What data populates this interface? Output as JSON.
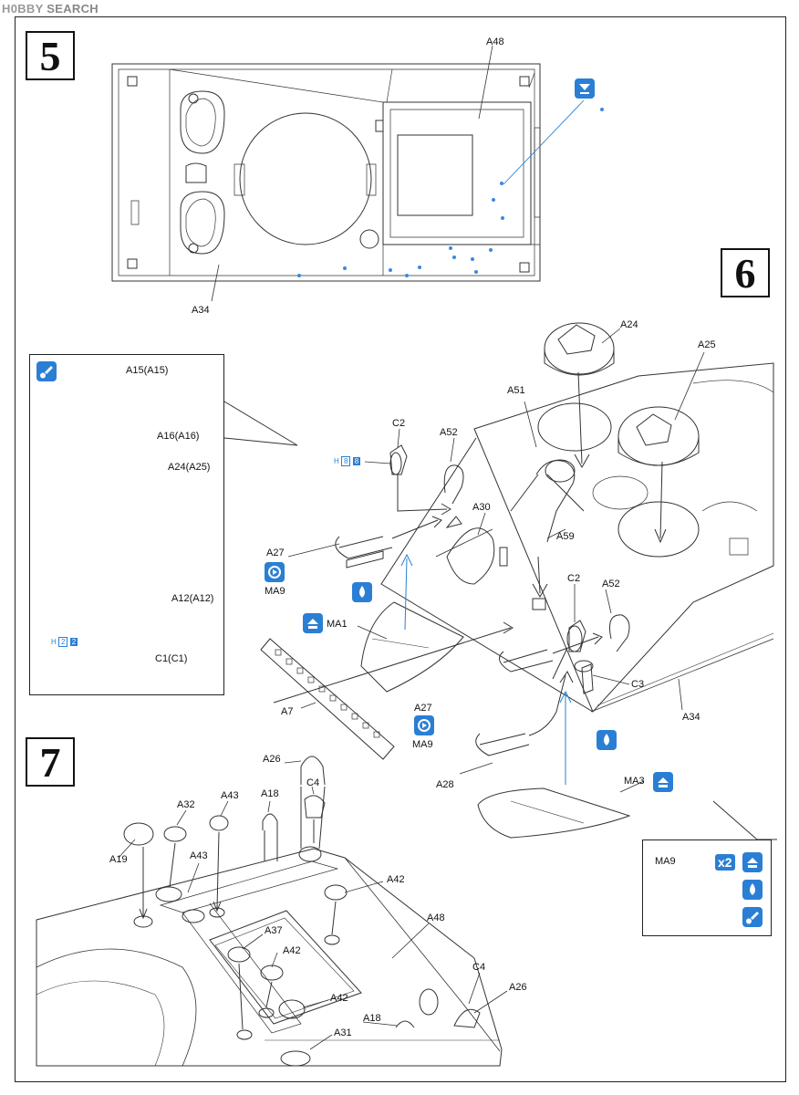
{
  "watermark": {
    "brand": "H0BBY",
    "word": "SEARCH"
  },
  "steps": {
    "s5": "5",
    "s6": "6",
    "s7": "7"
  },
  "labels": {
    "a48_top": "A48",
    "a34_top": "A34",
    "a24": "A24",
    "a25": "A25",
    "a51": "A51",
    "c2_a": "C2",
    "a52_a": "A52",
    "a30": "A30",
    "a59": "A59",
    "a27_a": "A27",
    "ma9_a": "MA9",
    "ma1": "MA1",
    "a7": "A7",
    "c2_b": "C2",
    "a52_b": "A52",
    "c3": "C3",
    "a34_mid": "A34",
    "a27_b": "A27",
    "ma9_b": "MA9",
    "a28": "A28",
    "ma3": "MA3",
    "inset_a15": "A15(A15)",
    "inset_a16": "A16(A16)",
    "inset_a24": "A24(A25)",
    "inset_a12": "A12(A12)",
    "inset_c1": "C1(C1)",
    "a26_a": "A26",
    "c4_a": "C4",
    "a18_a": "A18",
    "a43_a": "A43",
    "a32": "A32",
    "a19": "A19",
    "a43_b": "A43",
    "a42_a": "A42",
    "a48_bot": "A48",
    "a37": "A37",
    "a42_b": "A42",
    "a42_c": "A42",
    "c4_b": "C4",
    "a26_b": "A26",
    "a18_b": "A18",
    "a31": "A31",
    "ma9_inset": "MA9",
    "x2": "x2"
  },
  "paint_refs": {
    "h8": {
      "h": "H",
      "n1": "8",
      "n2": "8"
    },
    "h2": {
      "h": "H",
      "n1": "2",
      "n2": "2"
    }
  },
  "colors": {
    "accent": "#2a7fd4",
    "line": "#222222",
    "dot": "#3a88e0"
  }
}
